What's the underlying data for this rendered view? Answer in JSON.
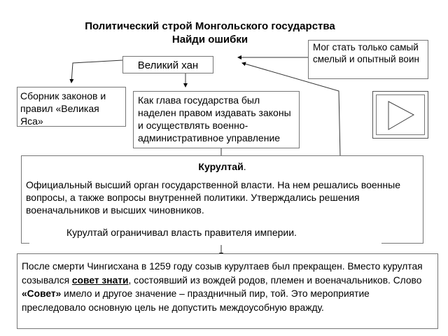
{
  "title": "Политический строй Монгольского государства",
  "subtitle": "Найди ошибки",
  "khan": "Великий хан",
  "warrior": "Мог стать только самый смелый и опытный воин",
  "yasa": "Сборник законов и правил «Великая Яса»",
  "head": "Как глава государства был наделен правом издавать законы и осуществлять военно-административное управление",
  "kurultai": {
    "title": "Курултай",
    "dot": ".",
    "text": "Официальный высший орган государственной власти. На нем решались военные вопросы, а также вопросы внутренней политики. Утверждались решения военачальников и высших чиновников.",
    "limit": "Курултай ограничивал власть правителя империи."
  },
  "after": {
    "p1": "После смерти Чингисхана в 1259 году созыв курултаев был прекращен. Вместо курултая созывался ",
    "bold1": "совет знати",
    "p2": ", состоявший из вождей родов, племен и военачальников. Слово ",
    "bold2": "«Совет»",
    "p3": " имело и другое значение – праздничный пир, той. Это мероприятие преследовало основную цель не допустить междоусобную вражду."
  }
}
